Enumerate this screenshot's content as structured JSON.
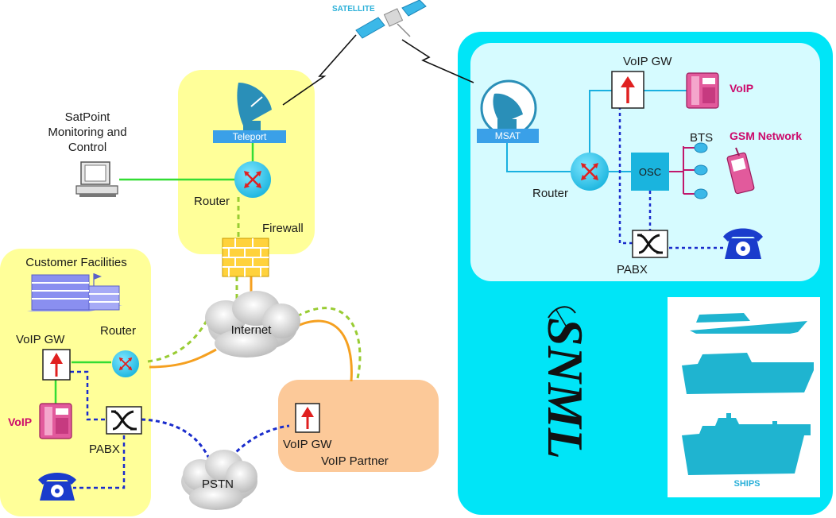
{
  "satellite": {
    "label": "SATELLITE"
  },
  "teleport_site": {
    "teleport_label": "Teleport",
    "router_label": "Router",
    "firewall_label": "Firewall"
  },
  "monitoring": {
    "line1": "SatPoint",
    "line2": "Monitoring and",
    "line3": "Control"
  },
  "internet": {
    "label": "Internet"
  },
  "pstn": {
    "label": "PSTN"
  },
  "customer": {
    "title": "Customer Facilities",
    "router_label": "Router",
    "voip_gw_label": "VoIP GW",
    "voip_label": "VoIP",
    "pabx_label": "PABX"
  },
  "partner": {
    "gw_label": "VoIP GW",
    "partner_label": "VoIP Partner"
  },
  "ship_network": {
    "msat_label": "MSAT",
    "router_label": "Router",
    "voip_gw_label": "VoIP GW",
    "voip_label": "VoIP",
    "bts_label": "BTS",
    "gsm_label": "GSM Network",
    "osc_label": "OSC",
    "pabx_label": "PABX",
    "logo_text": "SNML",
    "ships_label": "SHIPS"
  },
  "colors": {
    "yellow_zone": "#ffff99",
    "orange_zone": "#fcc999",
    "cyan_zone": "#00e5f7",
    "light_cyan_zone": "#d6fbff",
    "link_green": "#33dd33",
    "link_orange": "#f5a020",
    "link_dash_blue": "#1a2ccc",
    "link_cyan": "#1ab0e0",
    "dash_green": "#99cc33",
    "voip_red": "#cc0a6b"
  },
  "icons": [
    "satellite-icon",
    "dish-icon",
    "router-icon",
    "firewall-icon",
    "computer-icon",
    "cloud-icon",
    "building-icon",
    "voip-gateway-icon",
    "ip-phone-icon",
    "pabx-icon",
    "telephone-icon",
    "bts-antenna-icon",
    "mobile-phone-icon",
    "ship-icon"
  ]
}
